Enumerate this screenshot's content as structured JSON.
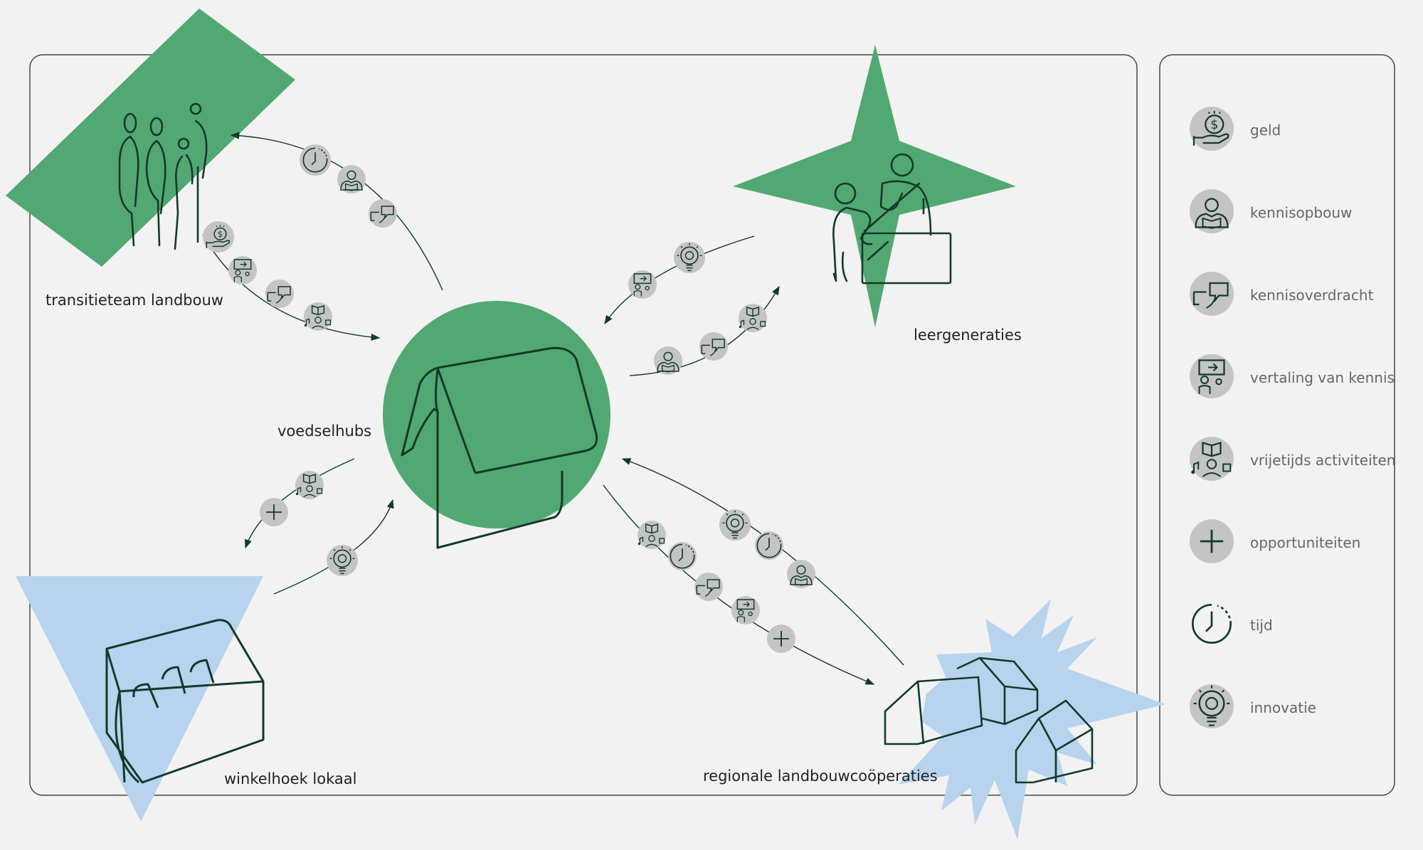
{
  "colors": {
    "background": "#f2f2f2",
    "green": "#52a872",
    "blue": "#b8d3ee",
    "stroke": "#12392a",
    "grey_disc": "#c4c4c4",
    "frame": "#3c4a44"
  },
  "nodes": {
    "transitieteam": "transitieteam landbouw",
    "voedselhubs": "voedselhubs",
    "leergeneraties": "leergeneraties",
    "winkelhoek": "winkelhoek lokaal",
    "cooperaties": "regionale landbouwcoöperaties"
  },
  "legend": [
    {
      "icon": "money-hand-icon",
      "label": "geld"
    },
    {
      "icon": "reader-book-icon",
      "label": "kennisopbouw"
    },
    {
      "icon": "speech-bubbles-icon",
      "label": "kennisoverdracht"
    },
    {
      "icon": "presenter-board-icon",
      "label": "vertaling van kennis"
    },
    {
      "icon": "leisure-activities-icon",
      "label": "vrijetijds activiteiten"
    },
    {
      "icon": "plus-icon",
      "label": "opportuniteiten"
    },
    {
      "icon": "clock-icon",
      "label": "tijd"
    },
    {
      "icon": "lightbulb-gear-icon",
      "label": "innovatie"
    }
  ]
}
